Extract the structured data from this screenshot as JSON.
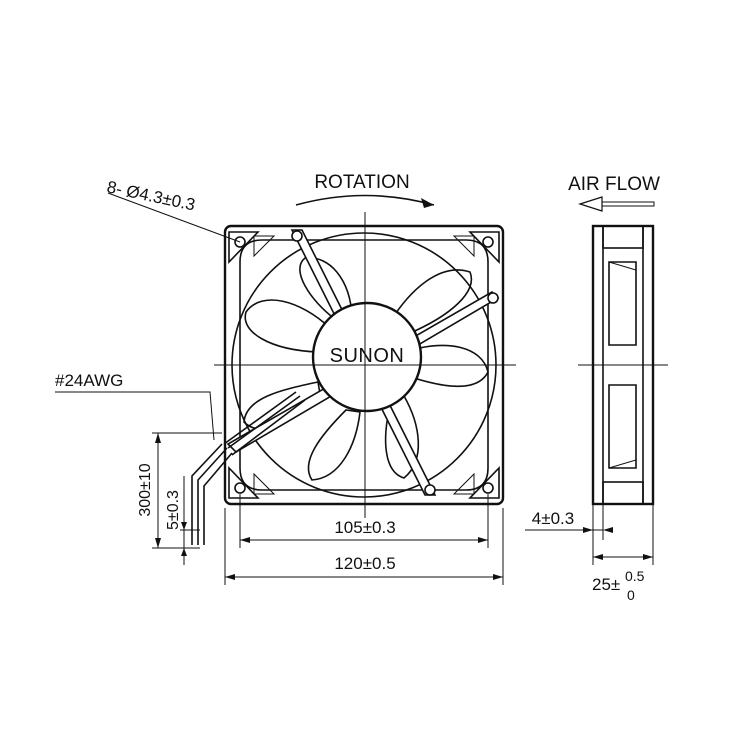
{
  "labels": {
    "rotation": "ROTATION",
    "air_flow": "AIR FLOW",
    "mount_holes": "8- Ø4.3±0.3",
    "wire_gauge": "#24AWG",
    "brand": "SUNON",
    "hole_pitch": "105±0.3",
    "frame_width": "120±0.5",
    "lead_length": "300±10",
    "strip_length": "5±0.3",
    "flange_thickness": "4±0.3",
    "depth_main": "25±",
    "depth_tol_upper": "0.5",
    "depth_tol_lower": "0"
  }
}
